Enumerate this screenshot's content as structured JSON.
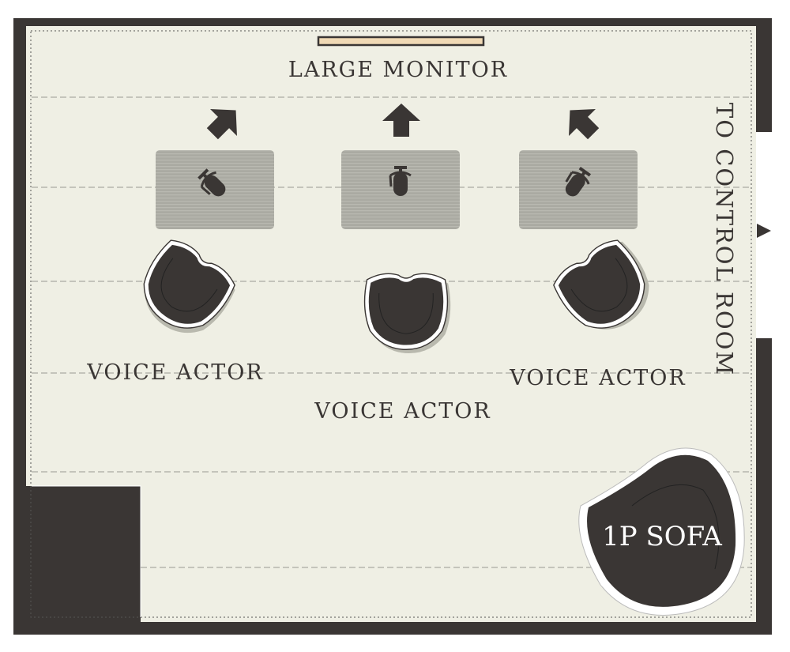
{
  "title": "Recording booth floor plan",
  "monitor": {
    "label": "LARGE MONITOR"
  },
  "stations": [
    {
      "label": "VOICE ACTOR",
      "icon": "microphone-icon",
      "direction": "up-right"
    },
    {
      "label": "VOICE ACTOR",
      "icon": "microphone-icon",
      "direction": "up"
    },
    {
      "label": "VOICE ACTOR",
      "icon": "microphone-icon",
      "direction": "up-left"
    }
  ],
  "exit": {
    "label": "TO CONTROL ROOM"
  },
  "sofa": {
    "label": "1P SOFA"
  },
  "colors": {
    "wall": "#3a3634",
    "floor": "#efefe4",
    "desk": "#a9a9a0",
    "monitor": "#f0d9b5"
  }
}
